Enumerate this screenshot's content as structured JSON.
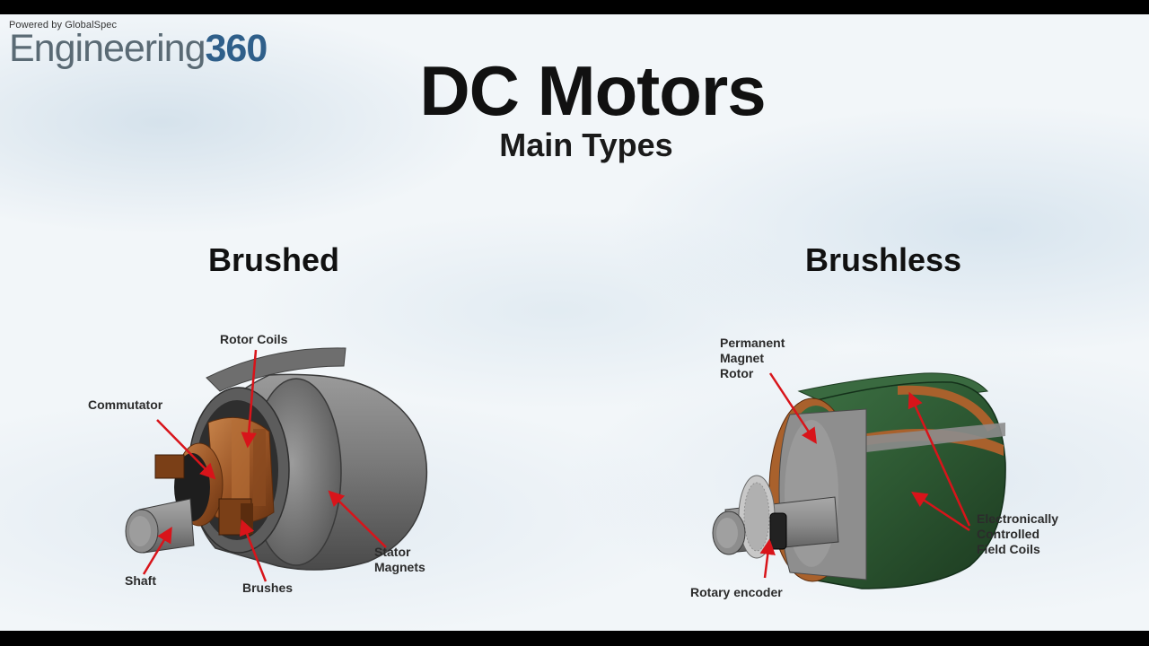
{
  "logo": {
    "powered_by": "Powered by GlobalSpec",
    "word": "Engineering",
    "number": "360"
  },
  "title": "DC Motors",
  "subtitle": "Main Types",
  "brushed": {
    "heading": "Brushed",
    "labels": {
      "rotor_coils": "Rotor Coils",
      "commutator": "Commutator",
      "shaft": "Shaft",
      "brushes": "Brushes",
      "stator_line1": "Stator",
      "stator_line2": "Magnets"
    }
  },
  "brushless": {
    "heading": "Brushless",
    "labels": {
      "pm_line1": "Permanent",
      "pm_line2": "Magnet",
      "pm_line3": "Rotor",
      "ecfc_line1": "Electronically",
      "ecfc_line2": "Controlled",
      "ecfc_line3": "Field Coils",
      "rotary_encoder": "Rotary encoder"
    }
  },
  "colors": {
    "arrow": "#d8141a",
    "stator_gray": "#7d7d7d",
    "copper": "#a9612c",
    "coil_green": "#2e5a34",
    "title_text": "#111111",
    "logo_blue": "#2f5f8a"
  }
}
